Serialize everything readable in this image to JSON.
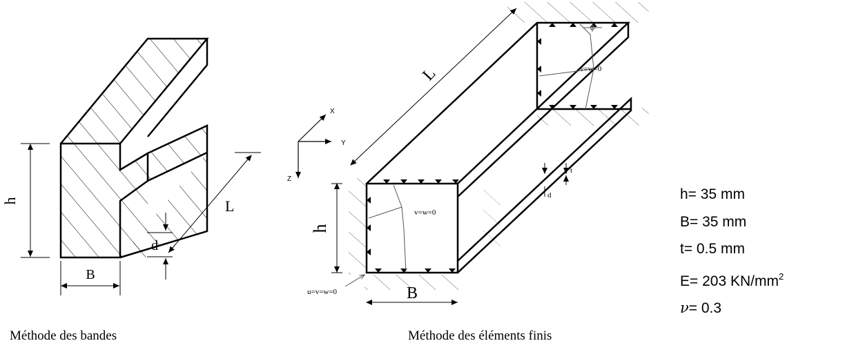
{
  "left_figure": {
    "labels": {
      "h": "h",
      "L": "L",
      "B": "B",
      "d": "d"
    },
    "caption": "Méthode des bandes"
  },
  "right_figure": {
    "labels": {
      "L": "L",
      "h": "h",
      "B": "B",
      "t": "t",
      "d": "d"
    },
    "axes": {
      "x": "X",
      "y": "Y",
      "z": "Z"
    },
    "bc_top": "v=w=0",
    "bc_left": "v=w=0",
    "bc_corner": "u=v=w=0",
    "caption": "Méthode des éléments finis"
  },
  "properties": [
    {
      "name": "h",
      "text": "h= 35 mm"
    },
    {
      "name": "B",
      "text": "B=  35 mm"
    },
    {
      "name": "t",
      "text": "t= 0.5 mm"
    },
    {
      "name": "E",
      "text": "E= 203 KN/mm",
      "sup": "2"
    },
    {
      "name": "nu",
      "symbol": "ν",
      "text": "= 0.3"
    }
  ]
}
